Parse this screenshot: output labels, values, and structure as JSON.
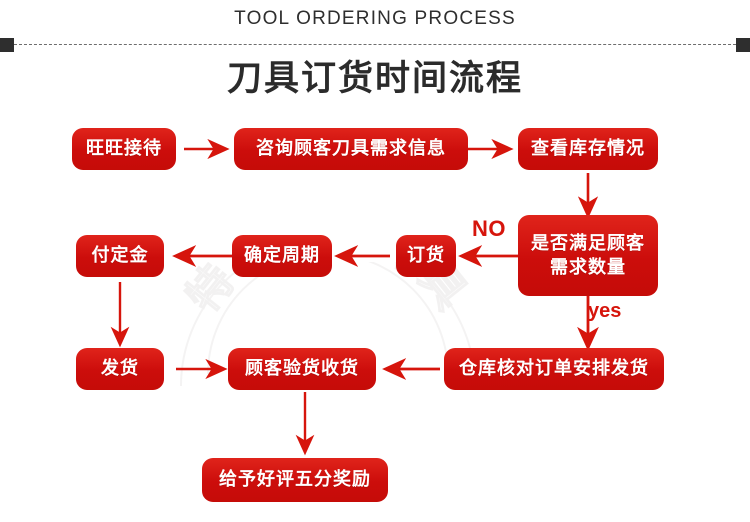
{
  "header": {
    "english_title": "TOOL ORDERING PROCESS",
    "chinese_title": "刀具订货时间流程"
  },
  "watermark": {
    "text": "特瑞数控刀具"
  },
  "colors": {
    "node_red": "#cc0d0b",
    "node_red_light": "#e0241b",
    "arrow_red": "#d6150c",
    "title_dark": "#2b2b2b",
    "divider_dark": "#2e2e2e",
    "background": "#ffffff"
  },
  "flow": {
    "nodes": [
      {
        "id": "n1",
        "label": "旺旺接待"
      },
      {
        "id": "n2",
        "label": "咨询顾客刀具需求信息"
      },
      {
        "id": "n3",
        "label": "查看库存情况"
      },
      {
        "id": "n4",
        "label": "是否满足顾客\n需求数量",
        "line1": "是否满足顾客",
        "line2": "需求数量"
      },
      {
        "id": "n5",
        "label": "订货"
      },
      {
        "id": "n6",
        "label": "确定周期"
      },
      {
        "id": "n7",
        "label": "付定金"
      },
      {
        "id": "n8",
        "label": "发货"
      },
      {
        "id": "n9",
        "label": "顾客验货收货"
      },
      {
        "id": "n10",
        "label": "仓库核对订单安排发货"
      },
      {
        "id": "n11",
        "label": "给予好评五分奖励"
      }
    ],
    "edge_labels": {
      "no": "NO",
      "yes": "yes"
    }
  }
}
